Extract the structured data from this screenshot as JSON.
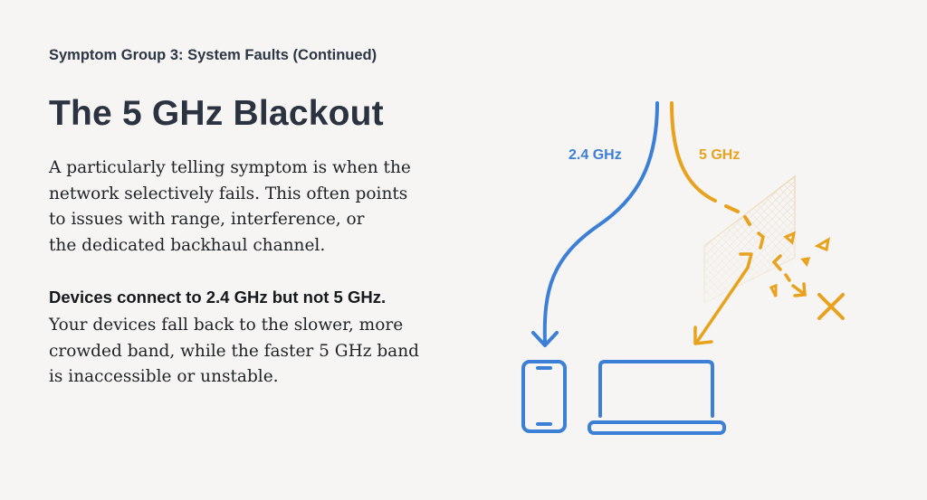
{
  "slide": {
    "eyebrow": "Symptom Group 3: System Faults (Continued)",
    "title": "The 5 GHz Blackout",
    "intro_lines": [
      "A particularly telling symptom is when the",
      "network selectively fails. This often points",
      "to issues with range, interference, or",
      "the dedicated backhaul channel."
    ],
    "lead": "Devices connect to 2.4 GHz but not 5 GHz.",
    "detail_lines": [
      "Your devices fall back to the slower, more",
      "crowded band, while the faster 5 GHz band",
      "is inaccessible or unstable."
    ]
  },
  "diagram": {
    "band_24_label": "2.4 GHz",
    "band_5_label": "5 GHz",
    "colors": {
      "band_24": "#3b7fd6",
      "band_5": "#e8a21e",
      "wall": "#ecd9bd"
    },
    "devices": [
      "phone",
      "laptop"
    ]
  }
}
